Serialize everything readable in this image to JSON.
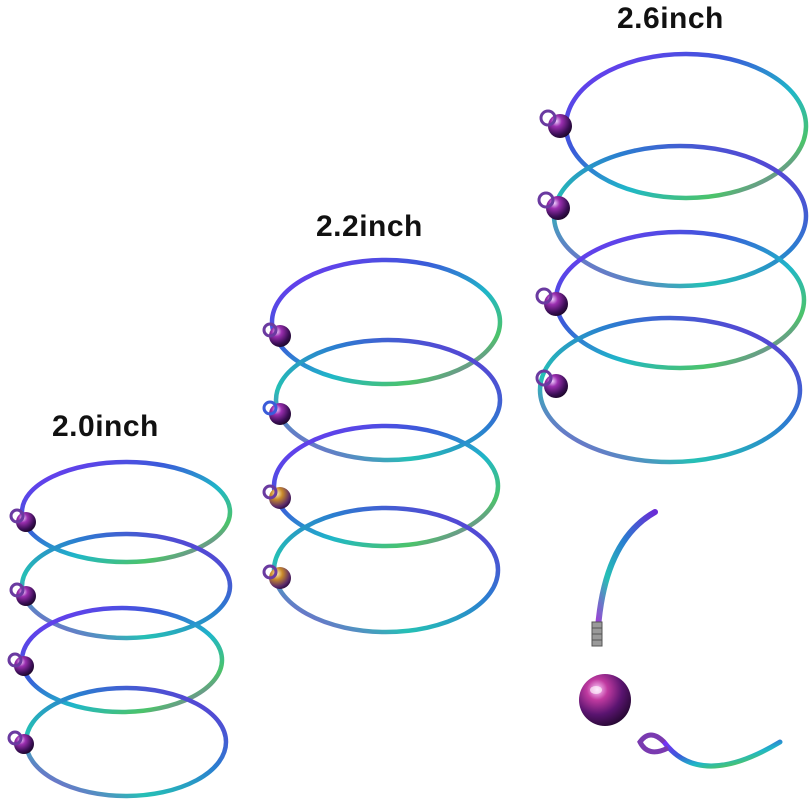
{
  "labels": {
    "small": "2.0inch",
    "medium": "2.2inch",
    "large": "2.6inch"
  },
  "colors": {
    "rainbow": [
      "#7b2ff7",
      "#3a5bd9",
      "#1fb7c8",
      "#4cc36a",
      "#b43bd0",
      "#6a2bd6"
    ],
    "bead_dark": "#2a0b3a",
    "bead_mid": "#7a1f8a",
    "bead_gold": "#c98a2a"
  },
  "groups": [
    {
      "size": "2.0inch",
      "count": 4
    },
    {
      "size": "2.2inch",
      "count": 4
    },
    {
      "size": "2.6inch",
      "count": 4
    }
  ],
  "components": [
    "bangle-wire-segment",
    "end-bead",
    "loop-end-wire"
  ]
}
